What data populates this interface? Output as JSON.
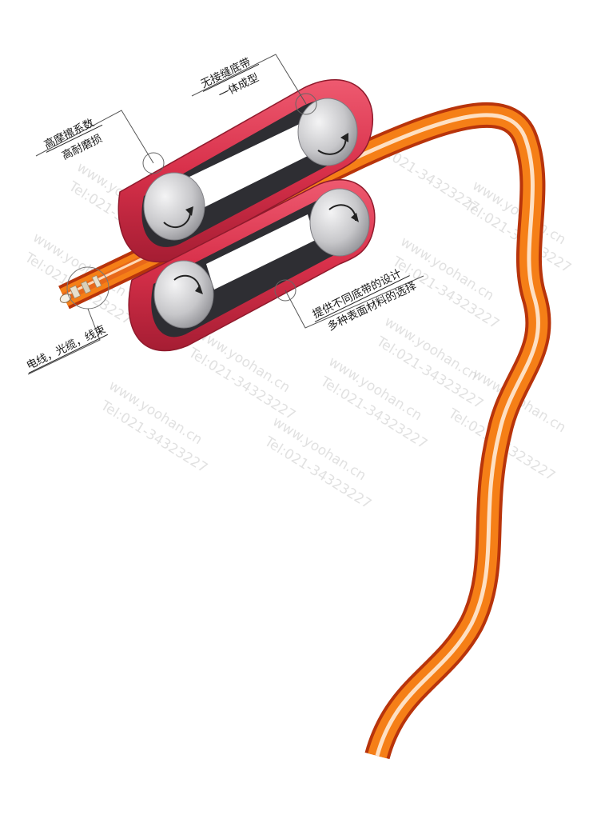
{
  "labels": {
    "friction_line1": "高摩擦系数",
    "friction_line2": "高耐磨损",
    "seamless_line1": "无接缝底带",
    "seamless_line2": "一体成型",
    "options_line1": "提供不同底带的设计",
    "options_line2": "多种表面材料的选择",
    "products": "电线，光缆，线束"
  },
  "watermark": {
    "site": "www.yoohan.cn",
    "tel": "Tel:021-34323227"
  },
  "colors": {
    "belt_red": "#d8304a",
    "belt_dark": "#2e2e33",
    "roller_grey": "#c4c4c6",
    "cable_orange": "#f57f17"
  }
}
